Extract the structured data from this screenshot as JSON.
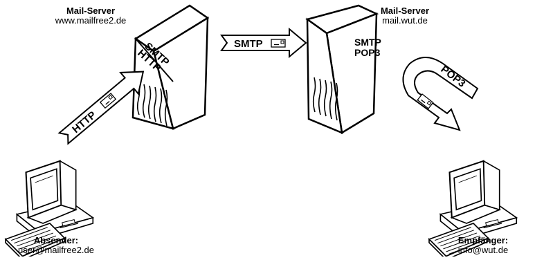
{
  "server_left": {
    "title": "Mail-Server",
    "host": "www.mailfree2.de",
    "tower_protocols": [
      "SMTP",
      "HTTP"
    ]
  },
  "server_right": {
    "title": "Mail-Server",
    "host": "mail.wut.de",
    "tower_protocols": [
      "SMTP",
      "POP3"
    ]
  },
  "sender": {
    "title": "Absender:",
    "address": "user@mailfree2.de"
  },
  "recipient": {
    "title": "Empfänger:",
    "address": "info@wut.de"
  },
  "arrows": {
    "upload": "HTTP",
    "relay": "SMTP",
    "download": "POP3"
  },
  "colors": {
    "ink": "#000000",
    "paper": "#ffffff"
  },
  "icons": [
    "desktop-computer-icon",
    "server-tower-icon",
    "envelope-icon"
  ]
}
